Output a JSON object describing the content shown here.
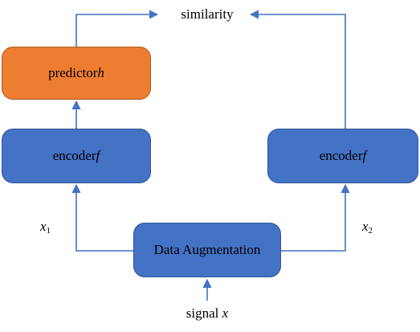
{
  "colors": {
    "encoder_fill": "#4472c4",
    "predictor_fill": "#ed7d31",
    "arrow": "#4472c4"
  },
  "similarity": "similarity",
  "predictor": {
    "text": "predictor ",
    "var": "h"
  },
  "encoder_left": {
    "text": "encoder ",
    "var": "f"
  },
  "encoder_right": {
    "text": "encoder ",
    "var": "f"
  },
  "augmentation": "Data Augmentation",
  "x1": {
    "var": "x",
    "sub": "1"
  },
  "x2": {
    "var": "x",
    "sub": "2"
  },
  "signal": {
    "text": "signal ",
    "var": "x"
  }
}
